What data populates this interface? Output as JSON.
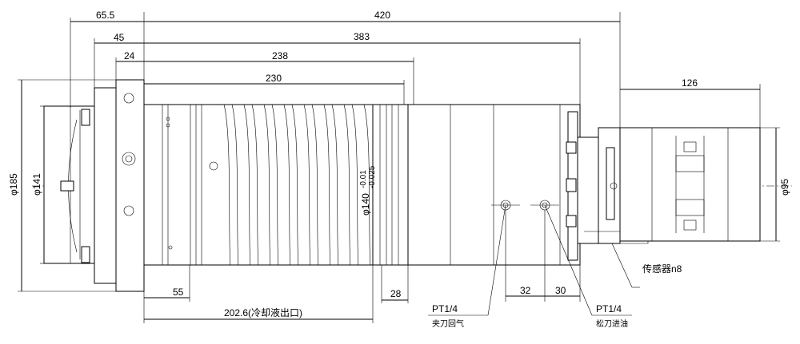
{
  "dimensions": {
    "top": {
      "d_420": "420",
      "d_383": "383",
      "d_238": "238",
      "d_230": "230",
      "d_126": "126",
      "d_65_5": "65.5",
      "d_45": "45",
      "d_24": "24"
    },
    "left": {
      "dia_185": "φ185",
      "dia_141": "φ141"
    },
    "right": {
      "dia_95": "φ95"
    },
    "center": {
      "dia_140": "φ140",
      "tol_upper": "-0.01",
      "tol_lower": "-0.025"
    },
    "bottom": {
      "d_55": "55",
      "d_202_6": "202.6(冷却液出口)",
      "d_28": "28",
      "d_32": "32",
      "d_30": "30"
    }
  },
  "callouts": {
    "port_left_thread": "PT1/4",
    "port_left_desc": "夹刀回气",
    "port_right_thread": "PT1/4",
    "port_right_desc": "松刀进油",
    "sensor": "传感器n8"
  },
  "colors": {
    "line": "#000000",
    "background": "#ffffff"
  }
}
